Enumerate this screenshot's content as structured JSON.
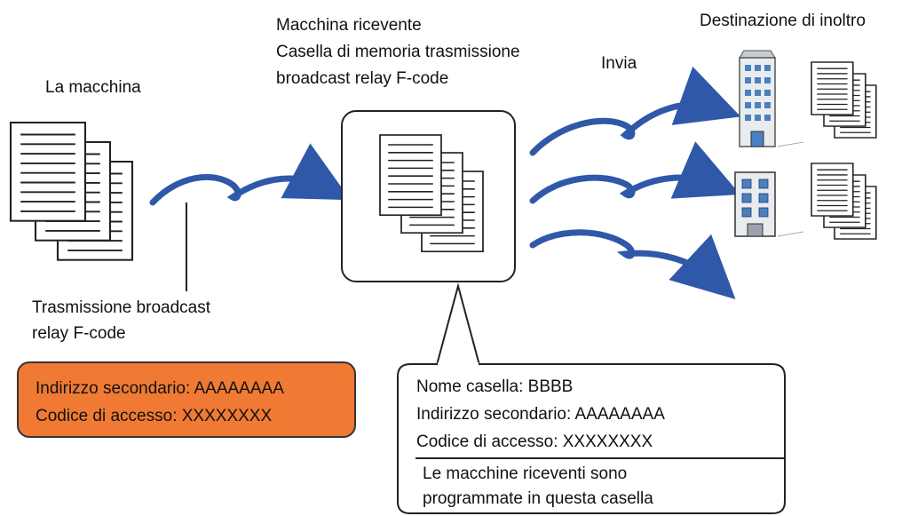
{
  "sender": {
    "title": "La macchina",
    "transmission_line1": "Trasmissione broadcast",
    "transmission_line2": "relay F-code",
    "box_line1": "Indirizzo secondario: AAAAAAAA",
    "box_line2": "Codice di accesso: XXXXXXXX"
  },
  "receiver": {
    "title_line1": "Macchina ricevente",
    "title_line2": "Casella di memoria trasmissione",
    "title_line3": "broadcast relay F-code"
  },
  "send_label": "Invia",
  "destination_label": "Destinazione di inoltro",
  "callout": {
    "box_name": "Nome casella: BBBB",
    "sub_address": "Indirizzo secondario: AAAAAAAA",
    "access_code": "Codice di accesso: XXXXXXXX",
    "note_line1": "Le macchine riceventi sono",
    "note_line2": "programmate in questa casella"
  },
  "colors": {
    "arrow": "#2f58a8",
    "orange_box": "#f07a33",
    "building_blue": "#4a7fc0"
  }
}
